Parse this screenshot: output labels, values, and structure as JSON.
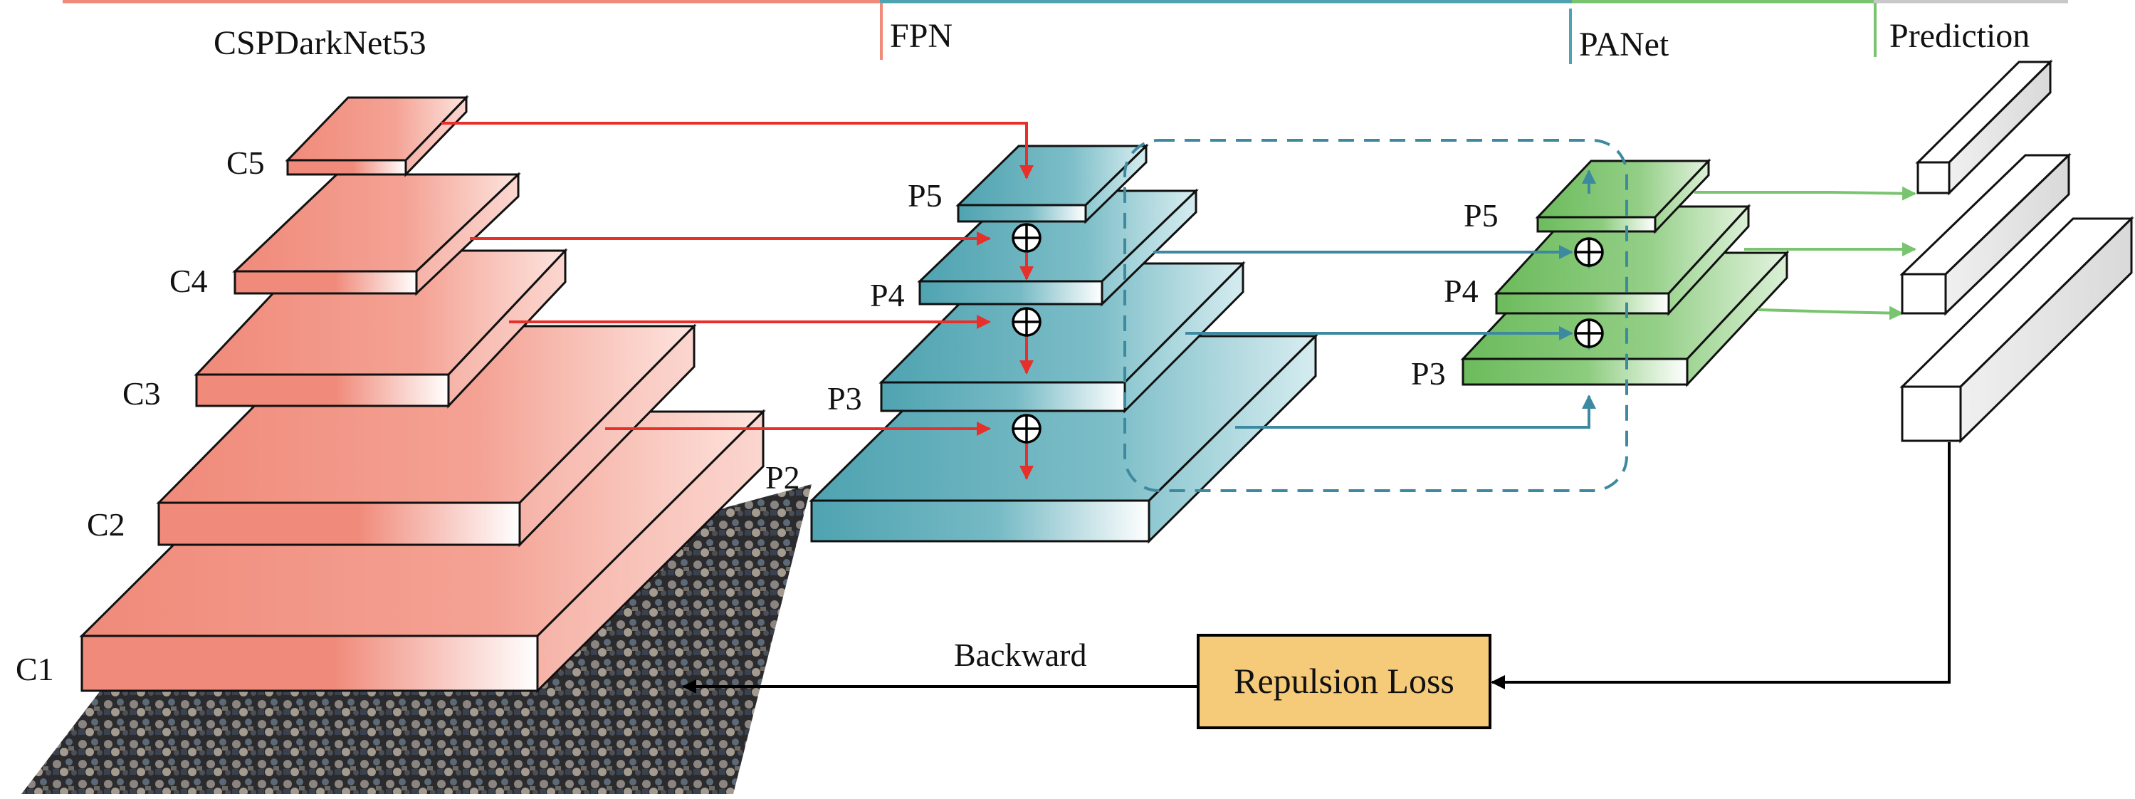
{
  "headers": {
    "backbone": "CSPDarkNet53",
    "fpn": "FPN",
    "panet": "PANet",
    "prediction": "Prediction"
  },
  "backbone_layers": [
    "C1",
    "C2",
    "C3",
    "C4",
    "C5"
  ],
  "fpn_layers": [
    "P2",
    "P3",
    "P4",
    "P5"
  ],
  "panet_layers": [
    "P3",
    "P4",
    "P5"
  ],
  "loss_box": {
    "label": "Repulsion Loss",
    "color": "#f5cb7a"
  },
  "backward_label": "Backward",
  "colors": {
    "backbone": "#f08a7a",
    "fpn": "#4fa3b1",
    "panet": "#6cbb5c",
    "arrow_red": "#e8302a",
    "arrow_blue": "#3d8aa0",
    "arrow_green": "#79c46f"
  },
  "icons": {
    "add": "circled-plus-icon",
    "input_image": "crowd-photo"
  }
}
